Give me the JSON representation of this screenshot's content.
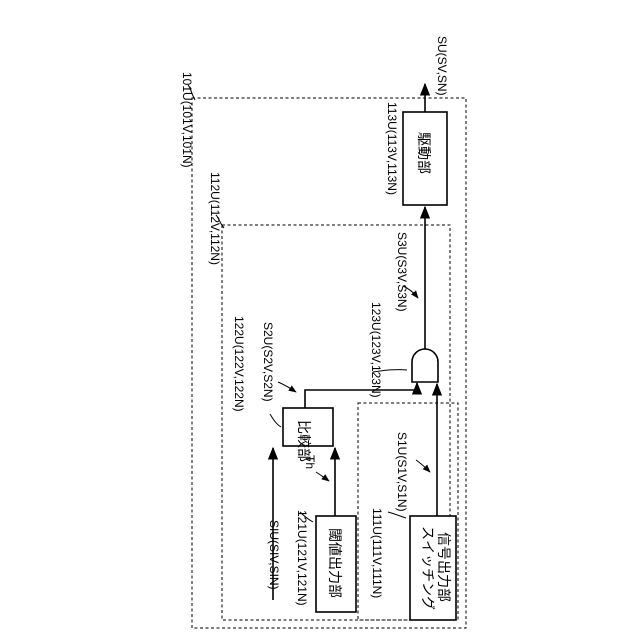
{
  "diagram": {
    "output_signal": "SU(SV,SN)",
    "outer_block_ref": "101U(101V,101N)",
    "inner_block_ref": "112U(112V,112N)",
    "drive_unit": {
      "ref": "113U(113V,113N)",
      "name": "駆動部"
    },
    "and_gate": {
      "ref": "123U(123V,123N)",
      "output_signal": "S3U(S3V,S3N)"
    },
    "comparator": {
      "ref": "122U(122V,122N)",
      "name": "比較部",
      "output_signal": "S2U(S2V,S2N)"
    },
    "threshold_unit": {
      "ref": "121U(121V,121N)",
      "name": "閾値出力部",
      "output_signal": "Th"
    },
    "current_signal": "SIU(SIV,SIN)",
    "switching_unit": {
      "ref": "111U(111V,111N)",
      "name_line1": "スイッチング",
      "name_line2": "信号出力部",
      "output_signal": "S1U(S1V,S1N)"
    }
  }
}
